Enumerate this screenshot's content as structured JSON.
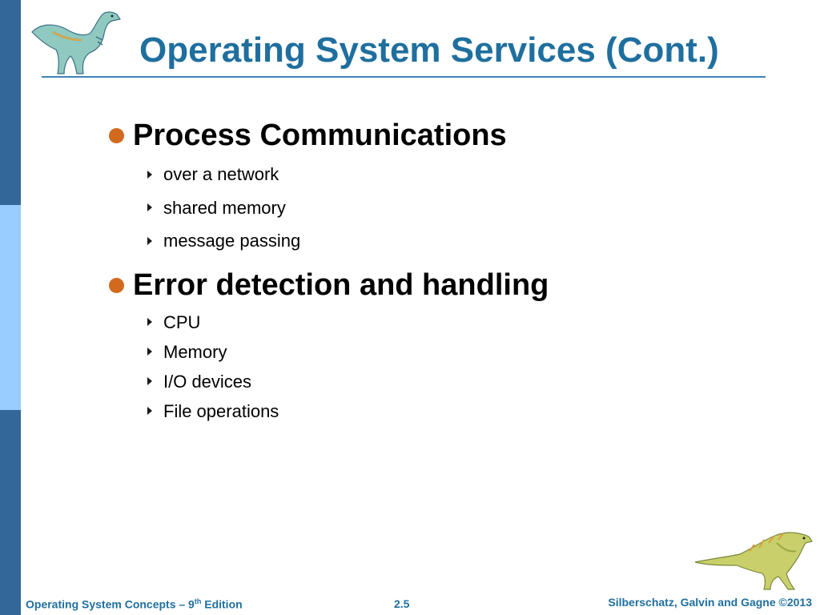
{
  "slide": {
    "title": "Operating System Services (Cont.)",
    "sections": [
      {
        "heading": "Process Communications",
        "items": [
          "over a network",
          "shared memory",
          "message passing"
        ]
      },
      {
        "heading": "Error detection and handling",
        "items": [
          "CPU",
          "Memory",
          "I/O devices",
          "File operations"
        ]
      }
    ]
  },
  "footer": {
    "book_prefix": "Operating System Concepts – 9",
    "book_sup": "th",
    "book_suffix": " Edition",
    "page": "2.5",
    "copyright": "Silberschatz, Galvin and Gagne ©2013"
  },
  "colors": {
    "title": "#1f6f9e",
    "sidebar_dark": "#336699",
    "sidebar_light": "#99ccff",
    "bullet": "#d2691e"
  }
}
